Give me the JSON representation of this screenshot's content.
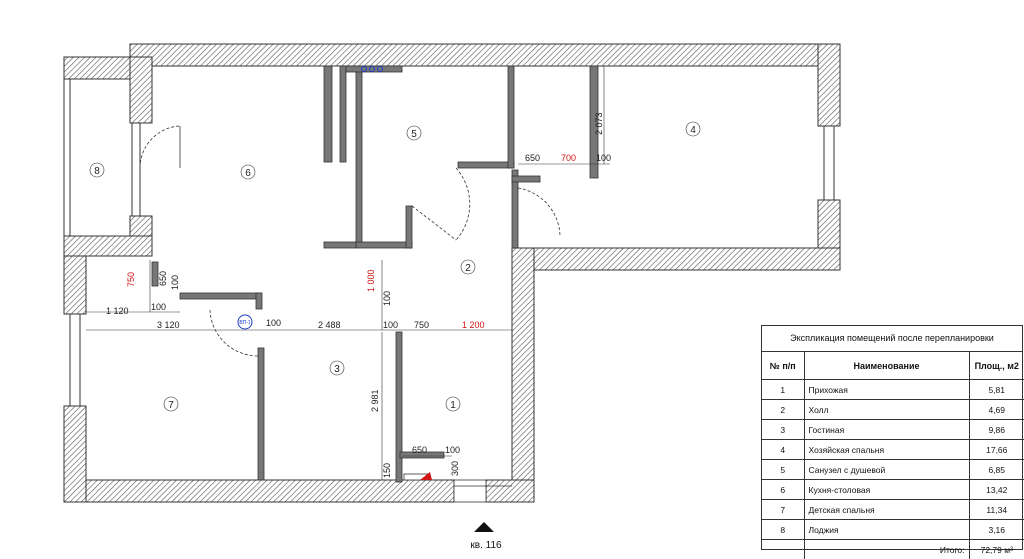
{
  "plan": {
    "rooms": [
      {
        "id": "1",
        "label": "1"
      },
      {
        "id": "2",
        "label": "2"
      },
      {
        "id": "3",
        "label": "3"
      },
      {
        "id": "4",
        "label": "4"
      },
      {
        "id": "5",
        "label": "5"
      },
      {
        "id": "6",
        "label": "6"
      },
      {
        "id": "7",
        "label": "7"
      },
      {
        "id": "8",
        "label": "8"
      }
    ],
    "dimensions": {
      "d650_top": "650",
      "d700": "700",
      "d100_top": "100",
      "d2073": "2 073",
      "d750_left": "750",
      "d650_left": "650",
      "d100_left": "100",
      "d1120": "1 120",
      "d100_mid": "100",
      "d1000": "1 000",
      "d100_v": "100",
      "d3120": "3 120",
      "d100_b": "100",
      "d2488": "2 488",
      "d100_c": "100",
      "d750_c": "750",
      "d1200": "1 200",
      "d2981": "2 981",
      "d650_bot": "650",
      "d100_bot": "100",
      "d150": "150",
      "d300": "300"
    },
    "vent_label": "ВП-1",
    "entry": "кв. 116",
    "colors": {
      "wall_hatch": "#555555",
      "red_dim": "#d21414",
      "blue_mark": "#1a3cc8"
    }
  },
  "legend": {
    "title": "Экспликация помещений после перепланировки",
    "headers": {
      "num": "№ п/п",
      "name": "Наименование",
      "area": "Площ., м2"
    },
    "rows": [
      {
        "num": "1",
        "name": "Прихожая",
        "area": "5,81"
      },
      {
        "num": "2",
        "name": "Холл",
        "area": "4,69"
      },
      {
        "num": "3",
        "name": "Гостиная",
        "area": "9,86"
      },
      {
        "num": "4",
        "name": "Хозяйская спальня",
        "area": "17,66"
      },
      {
        "num": "5",
        "name": "Санузел с душевой",
        "area": "6,85"
      },
      {
        "num": "6",
        "name": "Кухня-столовая",
        "area": "13,42"
      },
      {
        "num": "7",
        "name": "Детская спальня",
        "area": "11,34"
      },
      {
        "num": "8",
        "name": "Лоджия",
        "area": "3,16"
      }
    ],
    "total_label": "Итого:",
    "total_value": "72,79 м²"
  }
}
